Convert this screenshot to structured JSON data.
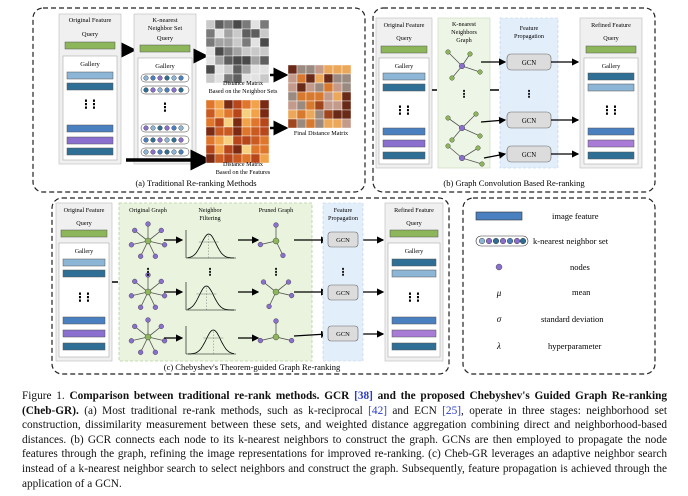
{
  "panel_a": {
    "title": "(a) Traditional Re-ranking Methods",
    "original_feature": "Original Feature",
    "query": "Query",
    "gallery": "Gallery",
    "knn_title": "K-nearest Neighbor Set",
    "dist_neighbor": "Distance Matrix Based on the Neighbor Sets",
    "dist_features": "Distance Matrix Based on the Features",
    "final": "Final Distance Matrix"
  },
  "panel_b": {
    "title": "(b) Graph Convolution Based Re-ranking",
    "original_feature": "Original Feature",
    "query": "Query",
    "gallery": "Gallery",
    "knn_graph": "K-nearest Neighbors Graph",
    "feature_propagation": "Feature Propagation",
    "gcn": "GCN",
    "refined_feature": "Refined Feature",
    "refined_query": "Query",
    "refined_gallery": "Gallery"
  },
  "panel_c": {
    "title": "(c) Chebyshev's Theorem-guided Graph Re-ranking",
    "original_feature": "Original Feature",
    "query": "Query",
    "gallery": "Gallery",
    "original_graph": "Original Graph",
    "neighbor_filtering": "Neighbor Filtering",
    "pruned_graph": "Pruned Graph",
    "feature_propagation": "Feature Propagation",
    "gcn": "GCN",
    "refined_feature": "Refined Feature",
    "refined_query": "Query",
    "refined_gallery": "Gallery"
  },
  "legend": {
    "image_feature": "image feature",
    "knn_set": "k-nearest neighbor set",
    "nodes": "nodes",
    "mu_symbol": "μ",
    "mean": "mean",
    "sigma_symbol": "σ",
    "std": "standard deviation",
    "lambda_symbol": "λ",
    "hyper": "hyperparameter"
  },
  "caption": {
    "lead": "Figure 1.",
    "bold_1": "Comparison between traditional re-rank methods. GCR",
    "ref_gcr": "[38]",
    "bold_2": "and the proposed Chebyshev's Guided Graph Re-ranking (Cheb-GR).",
    "t1": "(a) Most traditional re-rank methods, such as k-reciprocal",
    "ref_krec": "[42]",
    "t2": "and ECN",
    "ref_ecn": "[25]",
    "t3": ", operate in three stages: neighborhood set construction, dissimilarity measurement between these sets, and weighted distance aggregation combining direct and neighborhood-based distances. (b) GCR connects each node to its k-nearest neighbors to construct the graph. GCNs are then employed to propagate the node features through the graph, refining the image representations for improved re-ranking. (c) Cheb-GR leverages an adaptive neighbor search instead of a k-nearest neighbor search to select neighbors and construct the graph. Subsequently, feature propagation is achieved through the application of a GCN."
  },
  "colors": {
    "query": "#8db65a",
    "gallery_1": "#8db6d6",
    "gallery_2": "#2f6f95",
    "gallery_3": "#8a6fcf",
    "gallery_4": "#4a7fc0",
    "refined_gallery_3": "#a77bd6",
    "gcn_box": "#dcdcdc",
    "filter_panel": "#e9f3dd",
    "propagation_panel": "#e3eefb"
  }
}
